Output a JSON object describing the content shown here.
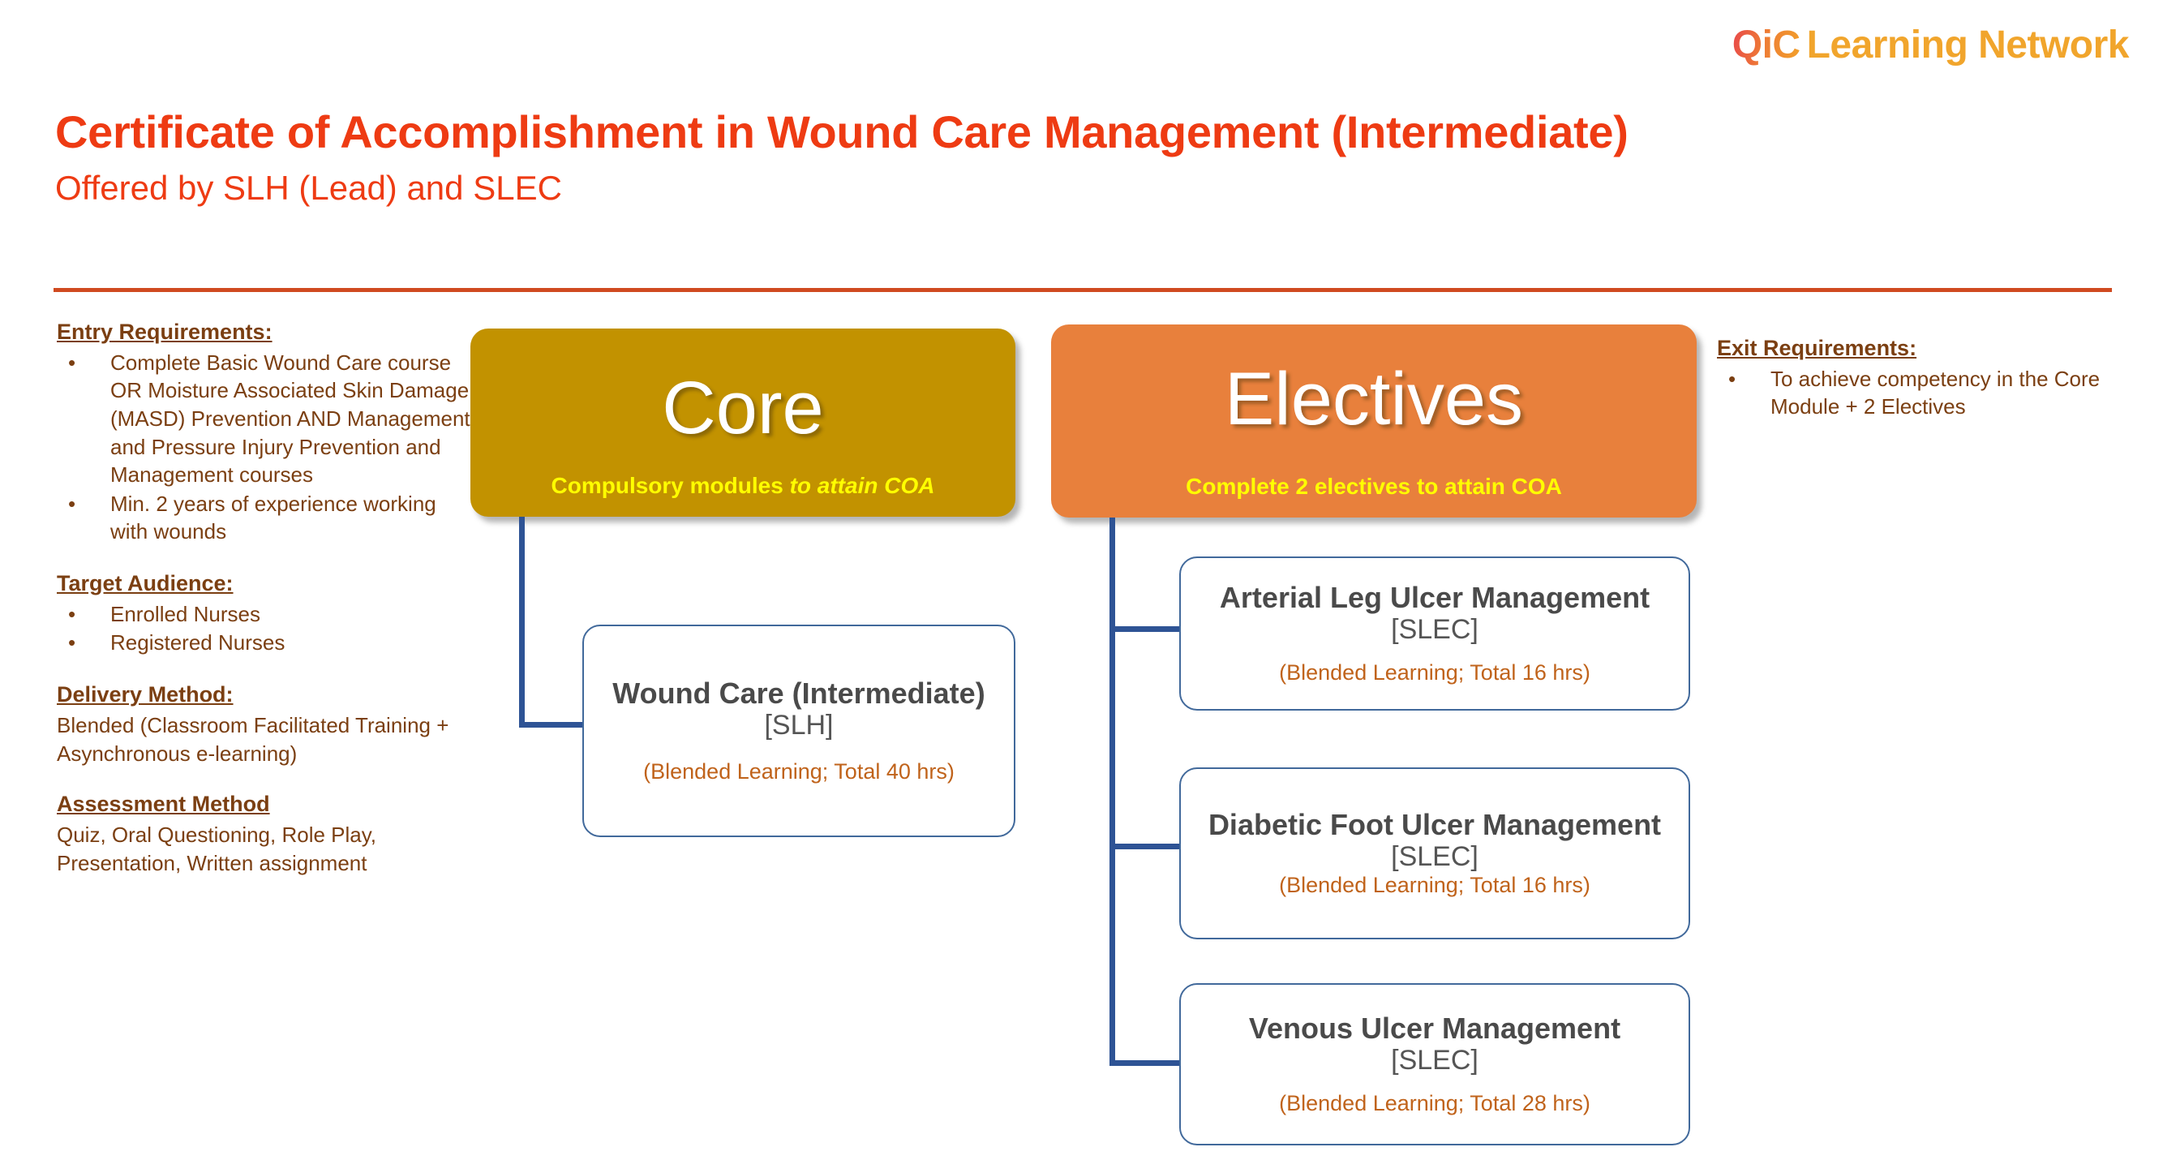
{
  "logo": {
    "brand": "QiC",
    "suffix": "Learning Network"
  },
  "header": {
    "title": "Certificate of Accomplishment in Wound Care Management (Intermediate)",
    "subtitle": "Offered by SLH (Lead) and SLEC"
  },
  "left_column": {
    "entry": {
      "heading": "Entry Requirements:",
      "items": [
        "Complete Basic Wound Care course OR Moisture Associated Skin Damage (MASD) Prevention AND Management and Pressure Injury Prevention and Management courses",
        "Min. 2 years of experience working with wounds"
      ]
    },
    "audience": {
      "heading": "Target Audience:",
      "items": [
        "Enrolled Nurses",
        "Registered Nurses"
      ]
    },
    "delivery": {
      "heading": "Delivery Method:",
      "text": "Blended (Classroom Facilitated Training + Asynchronous e-learning)"
    },
    "assessment": {
      "heading": "Assessment Method",
      "text": "Quiz, Oral Questioning, Role Play, Presentation, Written assignment"
    }
  },
  "right_column": {
    "exit": {
      "heading": "Exit Requirements:",
      "items": [
        "To achieve competency in the Core Module + 2 Electives"
      ]
    }
  },
  "core": {
    "title": "Core",
    "subtitle_plain": "Compulsory modules ",
    "subtitle_italic": "to attain COA",
    "color": "#C29200",
    "modules": [
      {
        "title": "Wound Care (Intermediate)",
        "code": "[SLH]",
        "hours": "(Blended Learning; Total 40 hrs)"
      }
    ]
  },
  "electives": {
    "title": "Electives",
    "subtitle": "Complete 2 electives to attain COA",
    "color": "#E8803C",
    "modules": [
      {
        "title": "Arterial Leg Ulcer Management",
        "code": "[SLEC]",
        "hours": "(Blended Learning; Total 16 hrs)"
      },
      {
        "title": "Diabetic Foot Ulcer Management",
        "code": "[SLEC]",
        "hours": "(Blended Learning; Total 16 hrs)"
      },
      {
        "title": "Venous Ulcer Management",
        "code": "[SLEC]",
        "hours": "(Blended Learning; Total 28 hrs)"
      }
    ]
  },
  "bullet_glyph": "•",
  "colors": {
    "title_red": "#EE3B13",
    "divider": "#D04A20",
    "brown_text": "#7B3F12",
    "connector_blue": "#2E5395",
    "module_border": "#41699B",
    "hours_orange": "#C0631B",
    "subtitle_yellow": "#FFFF00"
  }
}
